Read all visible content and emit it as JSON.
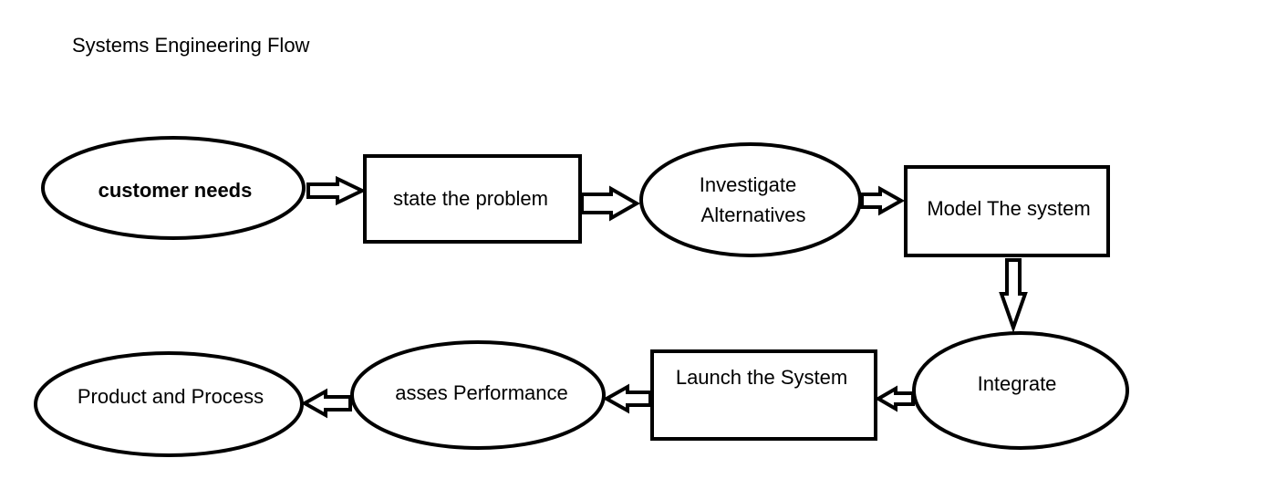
{
  "title": "Systems Engineering Flow",
  "nodes": {
    "customer_needs": "customer needs",
    "state_problem": "state the problem",
    "investigate_1": "Investigate",
    "investigate_2": "Alternatives",
    "model_system": "Model The system",
    "integrate": "Integrate",
    "launch_system": "Launch the System",
    "asses_performance": "asses Performance",
    "product_process": "Product and Process"
  },
  "colors": {
    "stroke": "#000000",
    "fill": "#ffffff",
    "background": "#ffffff"
  }
}
